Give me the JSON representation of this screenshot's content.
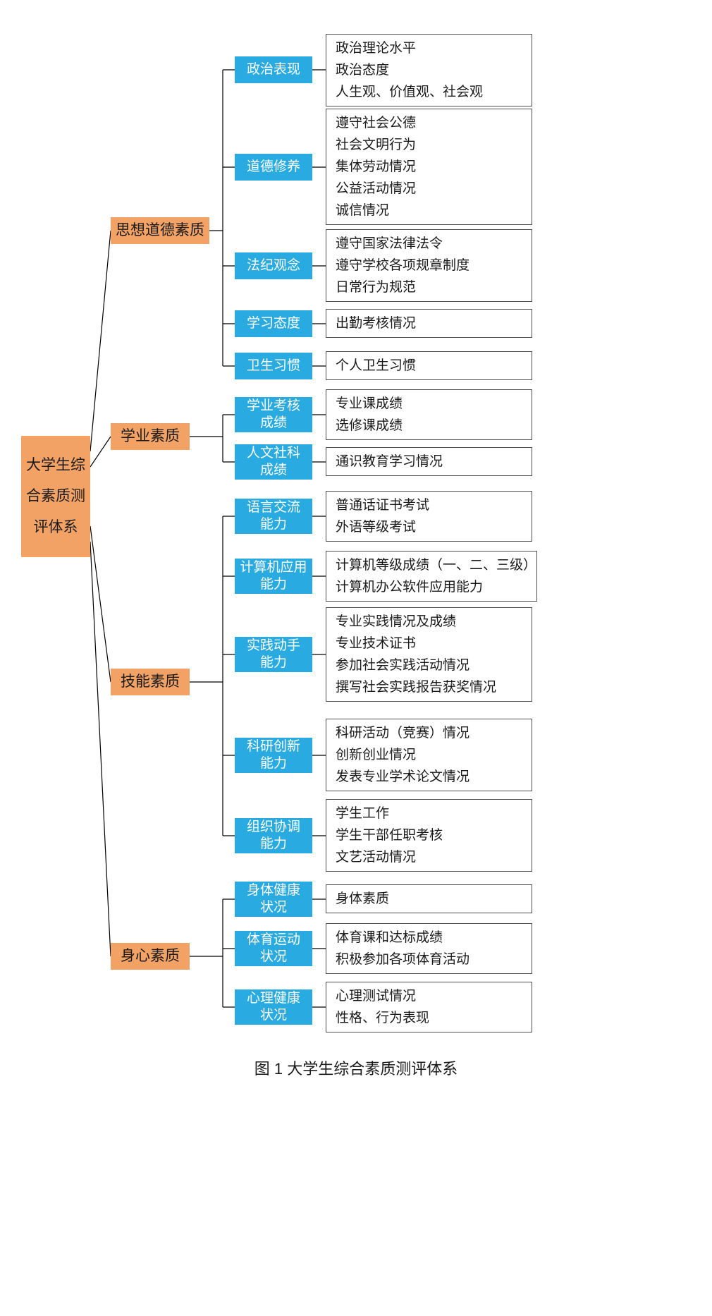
{
  "figure": {
    "caption": "图 1 大学生综合素质测评体系"
  },
  "colors": {
    "branch_fill": "#F2A264",
    "node_fill": "#29ABE2",
    "node_text": "#FFFFFF",
    "detail_border": "#4D4D4D",
    "line": "#000000"
  },
  "root": {
    "label": "大学生综\n合素质测\n评体系"
  },
  "branches": [
    {
      "label": "思想道德素质",
      "children": [
        {
          "label": "政治表现",
          "details": [
            "政治理论水平",
            "政治态度",
            "人生观、价值观、社会观"
          ]
        },
        {
          "label": "道德修养",
          "details": [
            "遵守社会公德",
            "社会文明行为",
            "集体劳动情况",
            "公益活动情况",
            "诚信情况"
          ]
        },
        {
          "label": "法纪观念",
          "details": [
            "遵守国家法律法令",
            "遵守学校各项规章制度",
            "日常行为规范"
          ]
        },
        {
          "label": "学习态度",
          "details": [
            "出勤考核情况"
          ]
        },
        {
          "label": "卫生习惯",
          "details": [
            "个人卫生习惯"
          ]
        }
      ]
    },
    {
      "label": "学业素质",
      "children": [
        {
          "label": "学业考核\n成绩",
          "details": [
            "专业课成绩",
            "选修课成绩"
          ]
        },
        {
          "label": "人文社科\n成绩",
          "details": [
            "通识教育学习情况"
          ]
        }
      ]
    },
    {
      "label": "技能素质",
      "children": [
        {
          "label": "语言交流\n能力",
          "details": [
            "普通话证书考试",
            "外语等级考试"
          ]
        },
        {
          "label": "计算机应用\n能力",
          "details": [
            "计算机等级成绩（一、二、三级）",
            "计算机办公软件应用能力"
          ]
        },
        {
          "label": "实践动手\n能力",
          "details": [
            "专业实践情况及成绩",
            "专业技术证书",
            "参加社会实践活动情况",
            "撰写社会实践报告获奖情况"
          ]
        },
        {
          "label": "科研创新\n能力",
          "details": [
            "科研活动（竞赛）情况",
            "创新创业情况",
            "发表专业学术论文情况"
          ]
        },
        {
          "label": "组织协调\n能力",
          "details": [
            "学生工作",
            "学生干部任职考核",
            "文艺活动情况"
          ]
        }
      ]
    },
    {
      "label": "身心素质",
      "children": [
        {
          "label": "身体健康\n状况",
          "details": [
            "身体素质"
          ]
        },
        {
          "label": "体育运动\n状况",
          "details": [
            "体育课和达标成绩",
            "积极参加各项体育活动"
          ]
        },
        {
          "label": "心理健康\n状况",
          "details": [
            "心理测试情况",
            "性格、行为表现"
          ]
        }
      ]
    }
  ]
}
